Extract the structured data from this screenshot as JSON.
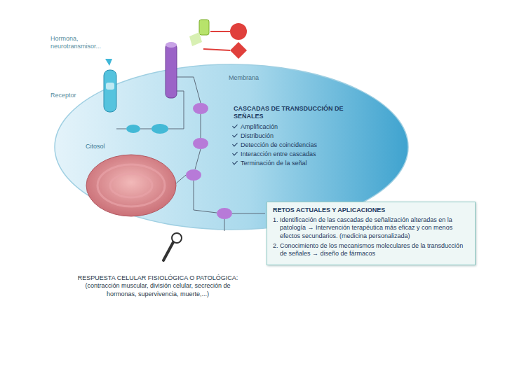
{
  "diagram": {
    "nodes": [
      {
        "text": [
          "Membrana",
          "Citosol"
        ]
      },
      {
        "text": [
          "RETOS ACTUALES Y APLICACIONES",
          "1. Identificación de las cascadas de señalización alteradas en la patología → Intervención terapéutica más eficaz y con menos efectos secundarios. (medicina personalizada)",
          "2. Conocimiento de los mecanismos moleculares de la transducción de señales → diseño de fármacos"
        ]
      }
    ],
    "labels": [
      "Hormona, neurotransmisor...",
      "Receptor",
      "CASCADAS DE TRANSDUCCIÓN DE SEÑALES",
      "Amplificación",
      "Distribución",
      "Detección de coincidencias",
      "Interacción entre cascadas",
      "Terminación de la señal",
      "RESPUESTA CELULAR FISIOLÓGICA O PATOLÓGICA: (contracción muscular, división celular, secreción de hormonas, supervivencia, muerte,...)"
    ]
  }
}
